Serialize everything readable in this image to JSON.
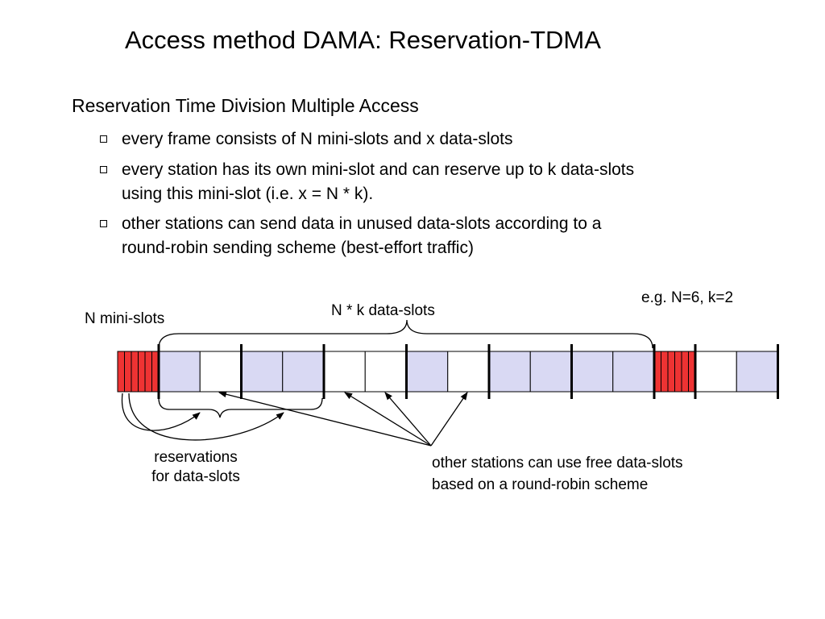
{
  "title": "Access method DAMA: Reservation-TDMA",
  "subtitle": "Reservation Time Division Multiple Access",
  "bullets": [
    {
      "line1": "every frame consists of N mini-slots and x data-slots",
      "line2": ""
    },
    {
      "line1": "every station has its own mini-slot and can reserve up to k data-slots",
      "line2": "using this mini-slot (i.e. x = N * k)."
    },
    {
      "line1": "other stations can send data in unused data-slots according to a",
      "line2": "round-robin sending scheme (best-effort traffic)"
    }
  ],
  "diagram": {
    "example_label": "e.g. N=6, k=2",
    "data_slots_label": "N * k data-slots",
    "mini_slots_label": "N mini-slots",
    "reservations_label": {
      "line1": "reservations",
      "line2": "for data-slots"
    },
    "other_stations_label": {
      "line1": "other stations can use free data-slots",
      "line2": "based on a round-robin scheme"
    },
    "colors": {
      "mini_slot": "#ee3333",
      "reserved_slot": "#d9d9f3",
      "free_slot": "#ffffff"
    },
    "frame1": {
      "mini_slot_count": 6,
      "data_slots": [
        "reserved",
        "free",
        "reserved",
        "reserved",
        "free",
        "free",
        "reserved",
        "free",
        "reserved",
        "reserved",
        "reserved",
        "reserved"
      ]
    },
    "frame2": {
      "mini_slot_count": 6,
      "data_slots": [
        "free",
        "reserved"
      ]
    }
  }
}
